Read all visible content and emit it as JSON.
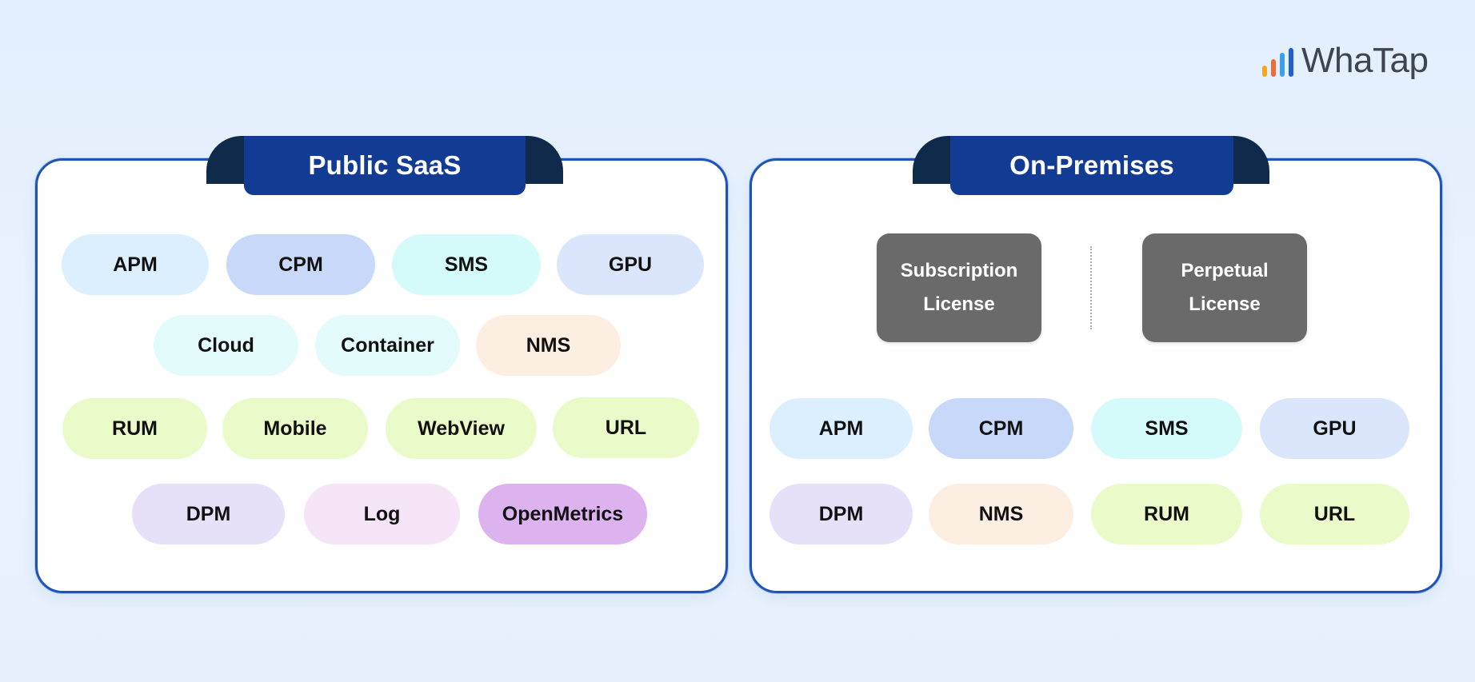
{
  "logo": {
    "text": "WhaTap",
    "bar_colors": [
      "#f5a623",
      "#ef6c3a",
      "#3ba0e8",
      "#1f5fd0"
    ]
  },
  "colors": {
    "border": "#1f54b5",
    "tab": "#123b94",
    "license": "#6a6a6a",
    "apm": "#dcefff",
    "cpm": "#c7d8f8",
    "sms": "#d4fafa",
    "gpu": "#d9e6fc",
    "cloud": "#e3fbfb",
    "container": "#e3fbfb",
    "nms": "#fdeee2",
    "green": "#eafac8",
    "dpm": "#e7e0f9",
    "log": "#f6e4f7",
    "openmetrics": "#dcb2ef"
  },
  "public_saas": {
    "title": "Public SaaS",
    "row1": [
      "APM",
      "CPM",
      "SMS",
      "GPU"
    ],
    "row2": [
      "Cloud",
      "Container",
      "NMS"
    ],
    "row3": [
      "RUM",
      "Mobile",
      "WebView",
      "URL"
    ],
    "row4": [
      "DPM",
      "Log",
      "OpenMetrics"
    ]
  },
  "on_premises": {
    "title": "On-Premises",
    "subscription": [
      "Subscription",
      "License"
    ],
    "perpetual": [
      "Perpetual",
      "License"
    ],
    "row1": [
      "APM",
      "CPM",
      "SMS",
      "GPU"
    ],
    "row2": [
      "DPM",
      "NMS",
      "RUM",
      "URL"
    ]
  }
}
